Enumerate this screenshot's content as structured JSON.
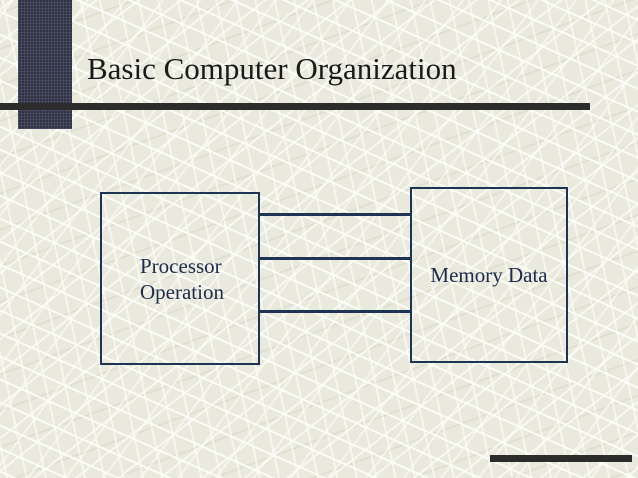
{
  "slide": {
    "title": "Basic Computer Organization",
    "background_color": "#e9e9dd",
    "accent_color": "#3d4057",
    "rule_color": "#2c2c2c",
    "diagram_color": "#1f3353"
  },
  "diagram": {
    "type": "block-diagram",
    "boxes": [
      {
        "id": "processor",
        "label": "Processor\nOperation"
      },
      {
        "id": "memory",
        "label": "Memory Data"
      }
    ],
    "connectors": [
      {
        "from": "processor",
        "to": "memory"
      },
      {
        "from": "processor",
        "to": "memory"
      },
      {
        "from": "processor",
        "to": "memory"
      }
    ]
  }
}
